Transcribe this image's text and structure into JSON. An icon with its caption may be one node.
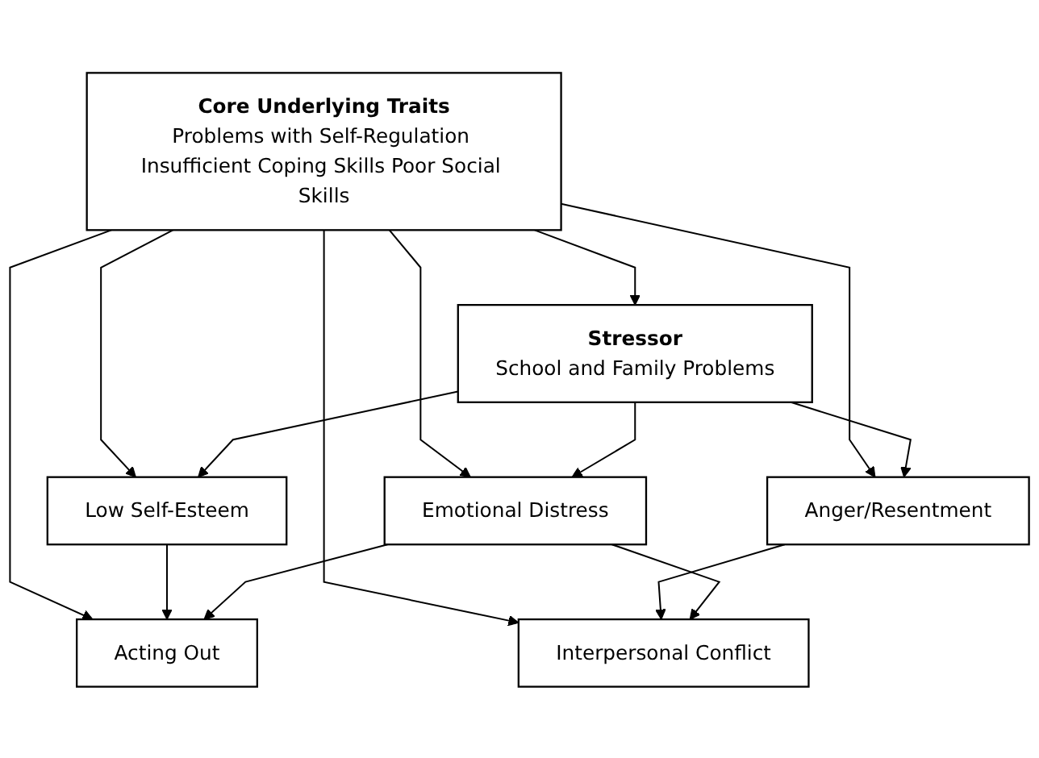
{
  "diagram": {
    "nodes": [
      {
        "text": [
          "Core Underlying Traits",
          "Problems with Self-Regulation Insufficient Coping Skills Poor Social Skills"
        ]
      },
      {
        "text": [
          "Stressor",
          "School and Family Problems"
        ]
      },
      {
        "text": [
          "Low Self-Esteem"
        ]
      },
      {
        "text": [
          "Emotional Distress"
        ]
      },
      {
        "text": [
          "Anger/Resentment"
        ]
      },
      {
        "text": [
          "Acting Out"
        ]
      },
      {
        "text": [
          "Interpersonal Conflict"
        ]
      }
    ],
    "edges": [
      {
        "from": 0,
        "to": 1,
        "arrow": "to"
      },
      {
        "from": 0,
        "to": 2,
        "arrow": "to"
      },
      {
        "from": 0,
        "to": 3,
        "arrow": "to"
      },
      {
        "from": 0,
        "to": 4,
        "arrow": "to"
      },
      {
        "from": 1,
        "to": 2,
        "arrow": "to"
      },
      {
        "from": 1,
        "to": 3,
        "arrow": "to"
      },
      {
        "from": 1,
        "to": 4,
        "arrow": "to"
      },
      {
        "from": 0,
        "to": 5,
        "arrow": "to"
      },
      {
        "from": 2,
        "to": 5,
        "arrow": "to"
      },
      {
        "from": 3,
        "to": 5,
        "arrow": "to"
      },
      {
        "from": 0,
        "to": 6,
        "arrow": "to"
      },
      {
        "from": 4,
        "to": 6,
        "arrow": "to"
      },
      {
        "from": 3,
        "to": 6,
        "arrow": "to"
      }
    ]
  }
}
